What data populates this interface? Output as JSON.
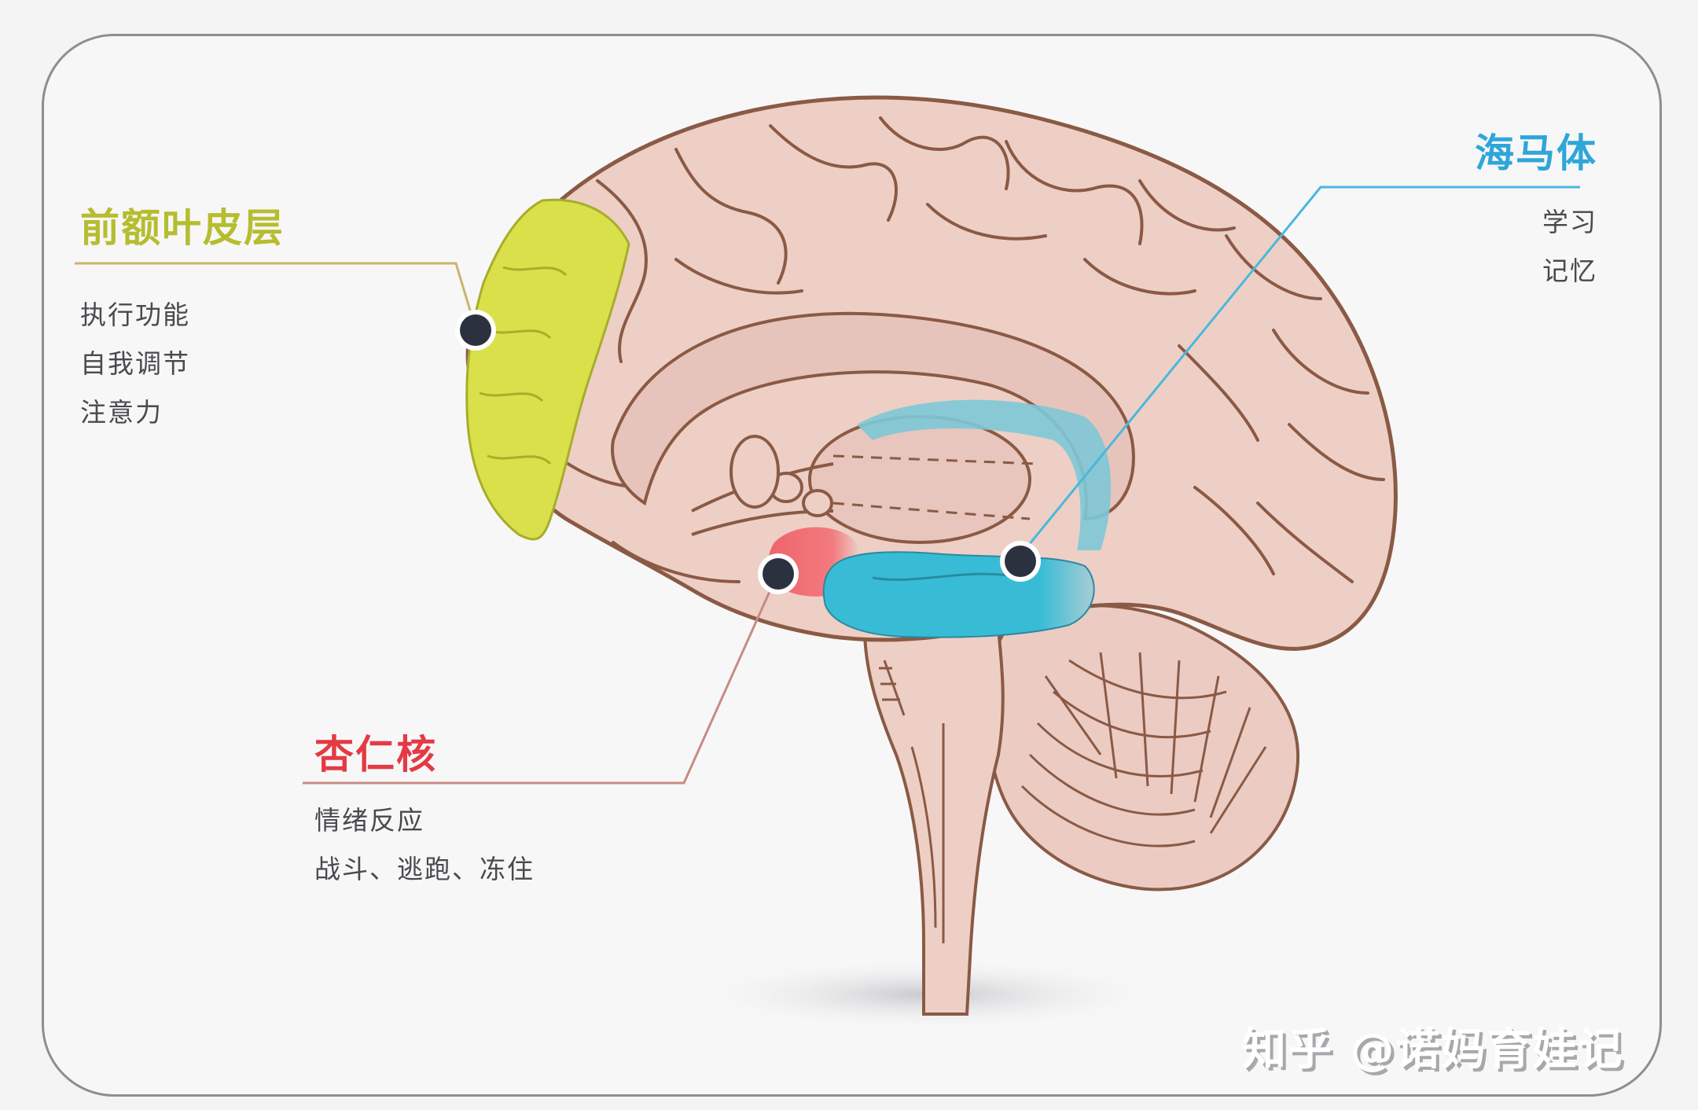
{
  "diagram": {
    "colors": {
      "prefrontal": "#b6bd2f",
      "hippocampus": "#2fa6d8",
      "amygdala": "#e43a44",
      "brain_fill": "#eecfc6",
      "brain_outline": "#8a5a45",
      "marker": "#2c3140"
    },
    "regions": [
      {
        "id": "prefrontal-cortex",
        "title": "前额叶皮层",
        "functions": [
          "执行功能",
          "自我调节",
          "注意力"
        ]
      },
      {
        "id": "hippocampus",
        "title": "海马体",
        "functions": [
          "学习",
          "记忆"
        ]
      },
      {
        "id": "amygdala",
        "title": "杏仁核",
        "functions": [
          "情绪反应",
          "战斗、逃跑、冻住"
        ]
      }
    ]
  },
  "watermark": "知乎 @诺妈育娃记"
}
